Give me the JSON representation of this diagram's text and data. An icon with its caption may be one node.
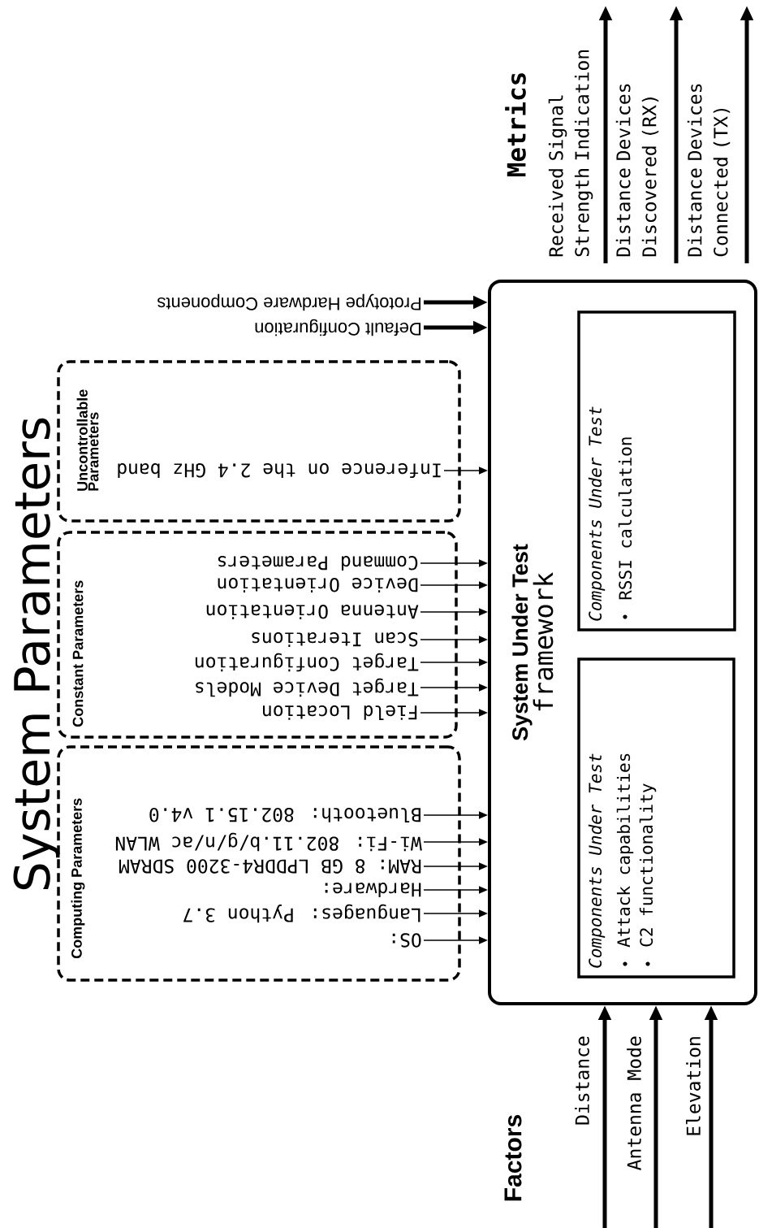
{
  "diagram": {
    "title": "System Parameters",
    "nodes": [
      {
        "text": [
          "Uncontrollable Parameters"
        ]
      },
      {
        "text": [
          "Inference on the 2.4 GHz band"
        ],
        "in": 0
      },
      {
        "text": [
          "Constant Parameters"
        ]
      },
      {
        "text": [
          "Command Parameters"
        ],
        "in": 2
      },
      {
        "text": [
          "Device Orientation"
        ],
        "in": 2
      },
      {
        "text": [
          "Antenna Orientation"
        ],
        "in": 2
      },
      {
        "text": [
          "Scan Iterations"
        ],
        "in": 2
      },
      {
        "text": [
          "Target Configuration"
        ],
        "in": 2
      },
      {
        "text": [
          "Target Device Models"
        ],
        "in": 2
      },
      {
        "text": [
          "Field Location"
        ],
        "in": 2
      },
      {
        "text": [
          "Computing Parameters"
        ]
      },
      {
        "text": [
          "Bluetooth: 802.15.1 v4.0"
        ],
        "in": 10
      },
      {
        "text": [
          "Wi-Fi: 802.11.b/g/n/ac WLAN"
        ],
        "in": 10
      },
      {
        "text": [
          "RAM: 8 GB LPDDR4-3200 SDRAM"
        ],
        "in": 10
      },
      {
        "text": [
          "Hardware:"
        ],
        "in": 10
      },
      {
        "text": [
          "Languages: Python 3.7"
        ],
        "in": 10
      },
      {
        "text": [
          "OS:"
        ],
        "in": 10
      },
      {
        "text": [
          "Prototype Hardware Components"
        ]
      },
      {
        "text": [
          "Default Configuration"
        ]
      },
      {
        "text": [
          "System Under Test",
          "framework"
        ]
      },
      {
        "text": [
          "Components Under Test",
          "RSSI calculation"
        ],
        "in": 19
      },
      {
        "text": [
          "Components Under Test",
          "Attack capabilities",
          "C2 functionality"
        ],
        "in": 19
      }
    ],
    "edges": [
      {
        "from": 1,
        "to": 19,
        "arrow": "to"
      },
      {
        "from": 3,
        "to": 19,
        "arrow": "to"
      },
      {
        "from": 4,
        "to": 19,
        "arrow": "to"
      },
      {
        "from": 5,
        "to": 19,
        "arrow": "to"
      },
      {
        "from": 6,
        "to": 19,
        "arrow": "to"
      },
      {
        "from": 7,
        "to": 19,
        "arrow": "to"
      },
      {
        "from": 8,
        "to": 19,
        "arrow": "to"
      },
      {
        "from": 9,
        "to": 19,
        "arrow": "to"
      },
      {
        "from": 11,
        "to": 19,
        "arrow": "to"
      },
      {
        "from": 12,
        "to": 19,
        "arrow": "to"
      },
      {
        "from": 13,
        "to": 19,
        "arrow": "to"
      },
      {
        "from": 14,
        "to": 19,
        "arrow": "to"
      },
      {
        "from": 15,
        "to": 19,
        "arrow": "to"
      },
      {
        "from": 16,
        "to": 19,
        "arrow": "to"
      },
      {
        "from": 17,
        "to": 19,
        "arrow": "to",
        "style": "thick"
      },
      {
        "from": 18,
        "to": 19,
        "arrow": "to",
        "style": "thick"
      },
      {
        "from": null,
        "to": 19,
        "arrow": "to",
        "style": "thick",
        "label": "Distance"
      },
      {
        "from": null,
        "to": 19,
        "arrow": "to",
        "style": "thick",
        "label": "Antenna Mode"
      },
      {
        "from": null,
        "to": 19,
        "arrow": "to",
        "style": "thick",
        "label": "Elevation"
      },
      {
        "from": 19,
        "to": null,
        "arrow": "to",
        "style": "thick",
        "label": "Received Signal Strength Indication"
      },
      {
        "from": 19,
        "to": null,
        "arrow": "to",
        "style": "thick",
        "label": "Distance Devices Discovered (RX)"
      },
      {
        "from": 19,
        "to": null,
        "arrow": "to",
        "style": "thick",
        "label": "Distance Devices Connected (TX)"
      }
    ],
    "labels": [
      "Metrics",
      "Factors"
    ]
  }
}
